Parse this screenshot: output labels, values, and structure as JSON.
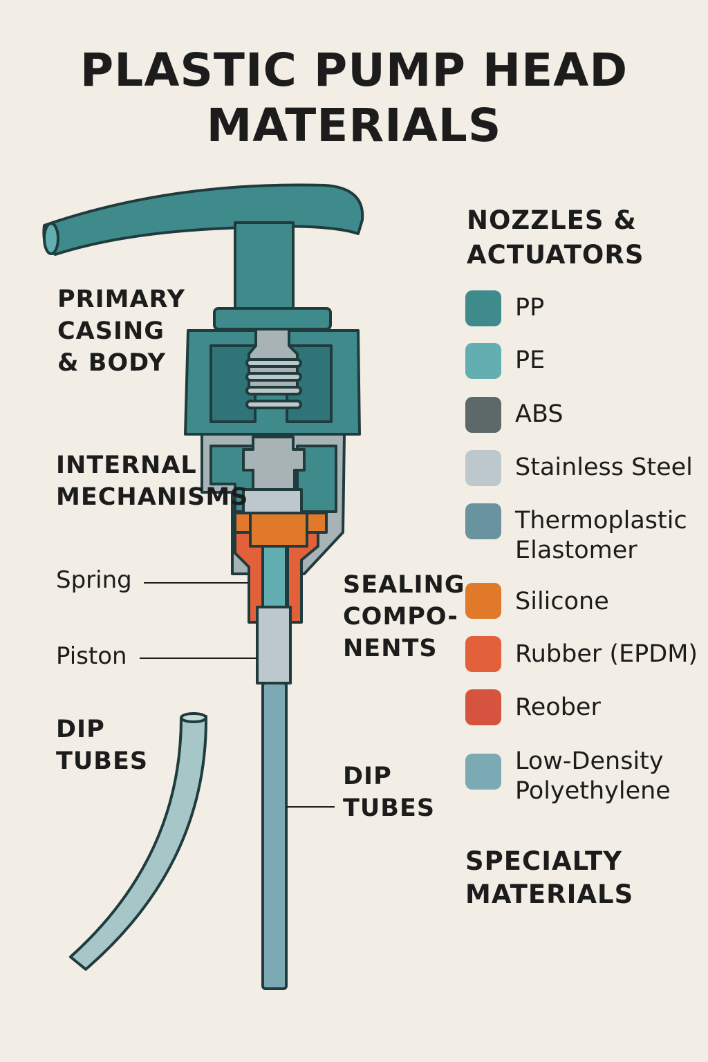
{
  "title": {
    "line1": "PLASTIC PUMP HEAD",
    "line2": "MATERIALS"
  },
  "labels": {
    "primary_casing": [
      "PRIMARY",
      "CASING",
      "& BODY"
    ],
    "internal_mechanisms": [
      "INTERNAL",
      "MECHANISMS"
    ],
    "spring": "Spring",
    "piston": "Piston",
    "dip_tubes_left": [
      "DIP",
      "TUBES"
    ],
    "sealing_components": [
      "SEALING",
      "COMPO-",
      "NENTS"
    ],
    "dip_tubes_right": [
      "DIP",
      "TUBES"
    ],
    "nozzles_actuators": [
      "NOZZLES &",
      "ACTUATORS"
    ],
    "specialty_materials": [
      "SPECIALTY",
      "MATERIALS"
    ]
  },
  "legend": [
    {
      "label": "PP",
      "color": "#3f8b8c"
    },
    {
      "label": "PE",
      "color": "#62aeb0"
    },
    {
      "label": "ABS",
      "color": "#5d6868"
    },
    {
      "label": "Stainless Steel",
      "color": "#bcc8cb"
    },
    {
      "label": "Thermoplastic Elastomer",
      "color": "#6a93a0"
    },
    {
      "label": "Silicone",
      "color": "#e07a2a"
    },
    {
      "label": "Rubber (EPDM)",
      "color": "#e2603a"
    },
    {
      "label": "Reober",
      "color": "#d6533f"
    },
    {
      "label": "Low-Density Polyethylene",
      "color": "#7ba9b4"
    }
  ]
}
